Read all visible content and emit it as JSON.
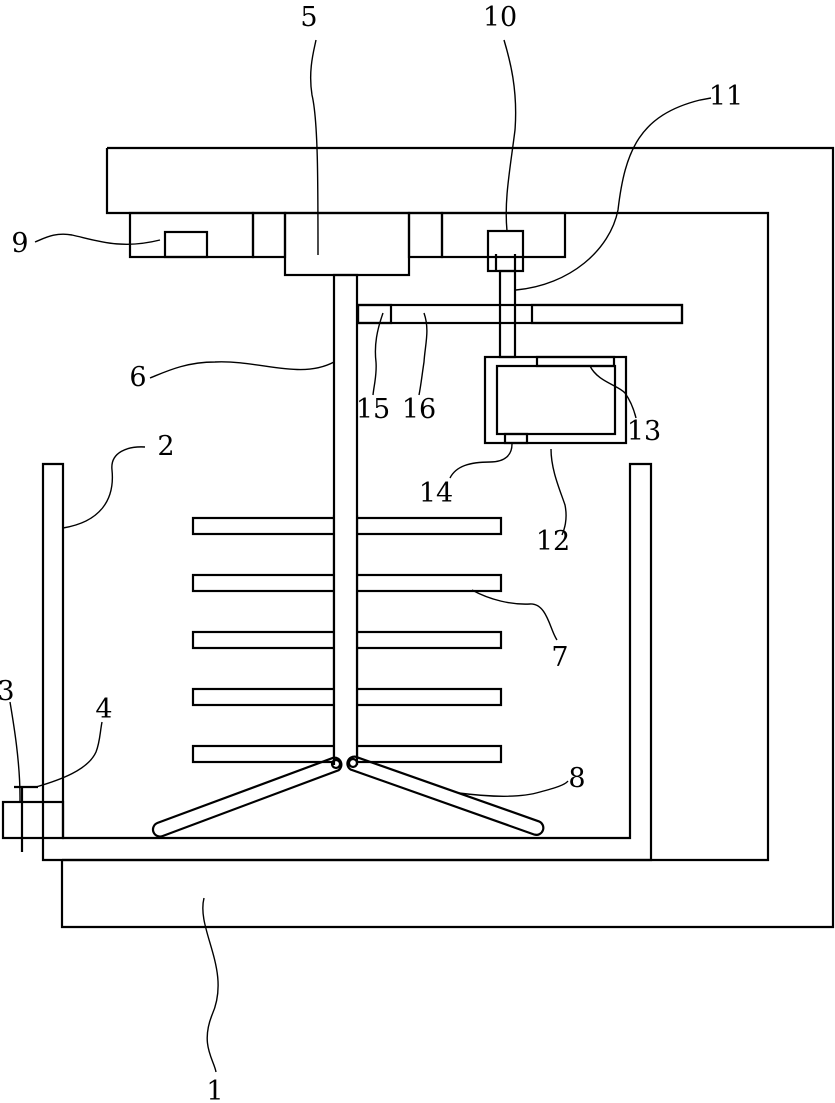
{
  "figure": {
    "hatch_color": "#000000",
    "line_color": "#000000",
    "background": "#ffffff"
  },
  "labels": {
    "l1": "1",
    "l2": "2",
    "l3": "3",
    "l4": "4",
    "l5": "5",
    "l6": "6",
    "l7": "7",
    "l8": "8",
    "l9": "9",
    "l10": "10",
    "l11": "11",
    "l12": "12",
    "l13": "13",
    "l14": "14",
    "l15": "15",
    "l16": "16"
  }
}
